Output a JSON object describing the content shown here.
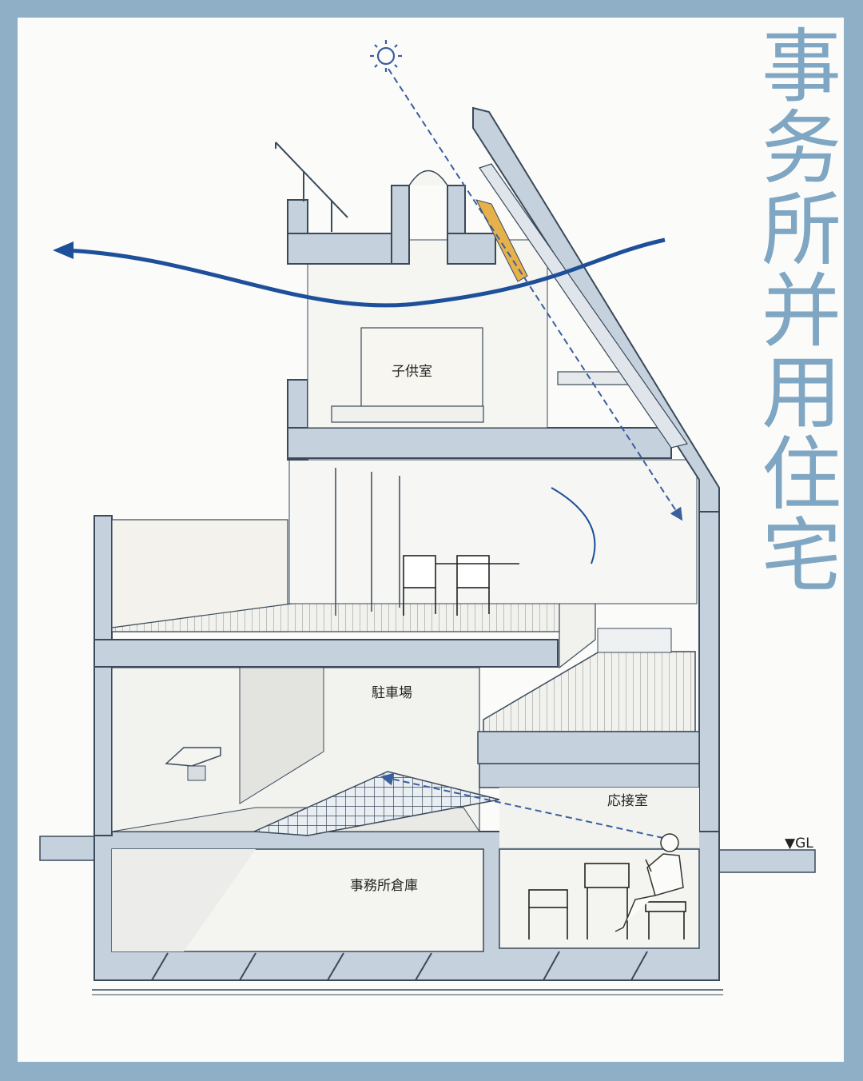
{
  "title": {
    "chars": [
      "事",
      "务",
      "所",
      "并",
      "用",
      "住",
      "宅"
    ]
  },
  "rooms": {
    "kids_room": "子供室",
    "parking": "駐車場",
    "reception": "応接室",
    "office_storage": "事務所倉庫"
  },
  "markers": {
    "ground_level": "▼GL"
  },
  "icons": {
    "sun": "sun-icon"
  },
  "colors": {
    "frame": "#8fafc6",
    "wall": "#c5d1dc",
    "wall_edge": "#3a4a5a",
    "airflow": "#1d4f9a",
    "sunlight": "#3a5f9e",
    "title": "#7fa6c2",
    "wood": "#e6b04a"
  }
}
